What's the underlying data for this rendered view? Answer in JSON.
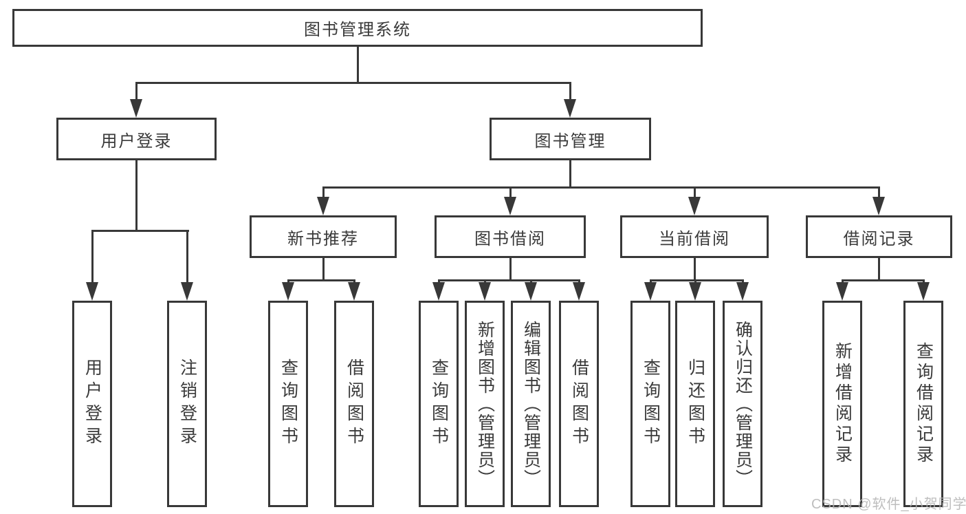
{
  "diagram": {
    "root": {
      "label": "图书管理系统"
    },
    "level2": [
      {
        "label": "用户登录"
      },
      {
        "label": "图书管理"
      }
    ],
    "level3": [
      {
        "label": "新书推荐"
      },
      {
        "label": "图书借阅"
      },
      {
        "label": "当前借阅"
      },
      {
        "label": "借阅记录"
      }
    ],
    "leaves": [
      {
        "label": "用户登录"
      },
      {
        "label": "注销登录"
      },
      {
        "label": "查询图书"
      },
      {
        "label": "借阅图书"
      },
      {
        "label": "查询图书"
      },
      {
        "label": "新增图书（管理员）"
      },
      {
        "label": "编辑图书（管理员）"
      },
      {
        "label": "借阅图书"
      },
      {
        "label": "查询图书"
      },
      {
        "label": "归还图书"
      },
      {
        "label": "确认归还（管理员）"
      },
      {
        "label": "新增借阅记录"
      },
      {
        "label": "查询借阅记录"
      }
    ]
  },
  "watermark": {
    "text": "CSDN @软件_小贺同学"
  },
  "colors": {
    "line": "#383838",
    "text": "#3a3a3a",
    "watermark": "#b3b3b3",
    "background": "#ffffff"
  }
}
